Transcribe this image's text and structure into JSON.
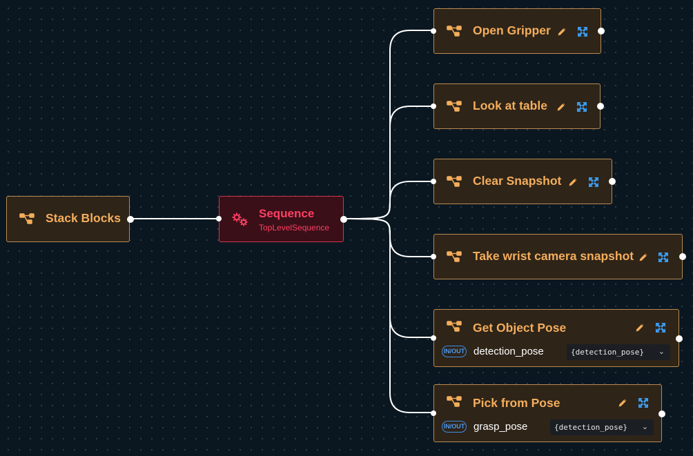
{
  "root": {
    "title": "Stack Blocks",
    "icon": "subtree-icon"
  },
  "sequence": {
    "title": "Sequence",
    "subtitle": "TopLevelSequence",
    "icon": "gears-icon"
  },
  "children": [
    {
      "title": "Open Gripper"
    },
    {
      "title": "Look at table"
    },
    {
      "title": "Clear Snapshot"
    },
    {
      "title": "Take wrist camera snapshot"
    },
    {
      "title": "Get Object Pose",
      "port": {
        "direction": "IN/OUT",
        "name": "detection_pose",
        "value": "{detection_pose}"
      }
    },
    {
      "title": "Pick from Pose",
      "port": {
        "direction": "IN/OUT",
        "name": "grasp_pose",
        "value": "{detection_pose}"
      }
    }
  ],
  "colors": {
    "canvas": "#0b1720",
    "node_fill": "#2e2418",
    "node_border": "#b98b52",
    "node_title": "#f4ad5c",
    "sequence_fill": "#3a0f18",
    "sequence_accent": "#ff3f62",
    "expand_icon": "#3b9cf0",
    "edge": "#ffffff"
  }
}
